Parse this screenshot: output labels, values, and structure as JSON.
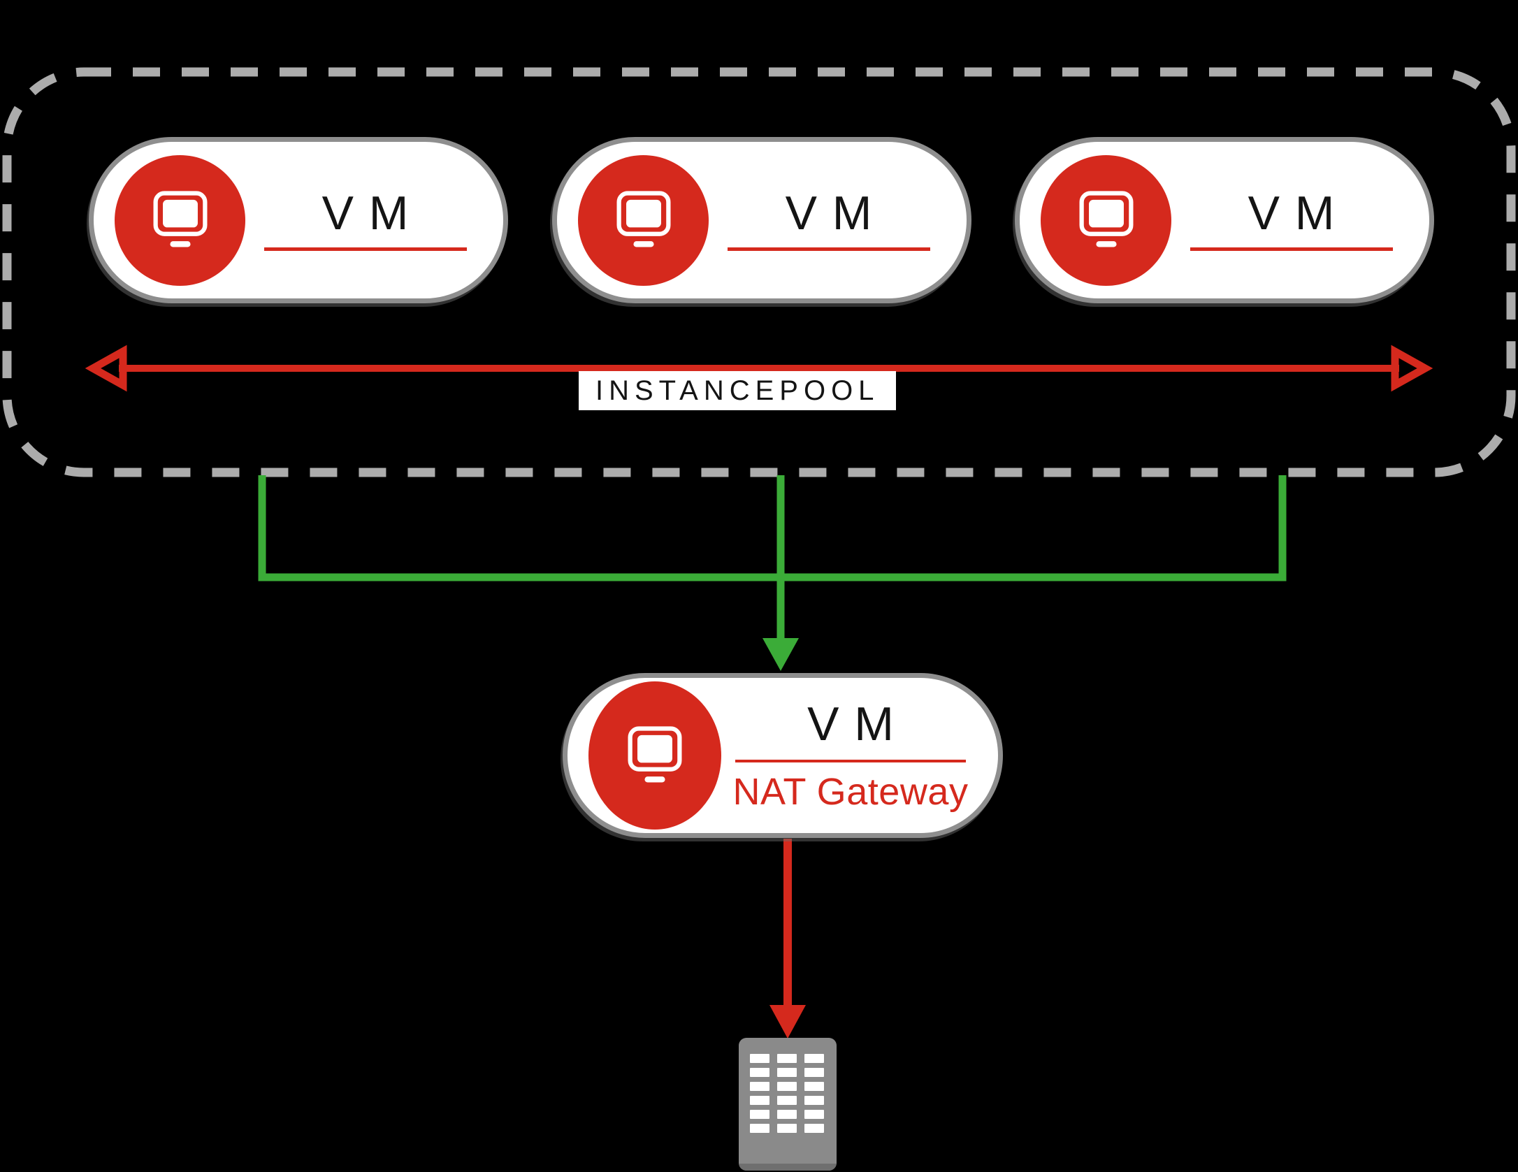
{
  "colors": {
    "background": "#000000",
    "red": "#D5291D",
    "green": "#3BAC38",
    "dash_gray": "#ACACAC",
    "node_border": "#8E8E8E",
    "node_fill": "#FFFFFF",
    "text_dark": "#141414",
    "building_gray": "#8A8A8A",
    "building_shadow": "#6F6F6F",
    "window_white": "#FFFFFF"
  },
  "instance_pool": {
    "label": "INSTANCEPOOL",
    "vms": [
      {
        "label": "VM"
      },
      {
        "label": "VM"
      },
      {
        "label": "VM"
      }
    ]
  },
  "nat_gateway": {
    "label": "VM",
    "sublabel": "NAT Gateway"
  },
  "building": {
    "rows": 6,
    "cols": 3
  }
}
